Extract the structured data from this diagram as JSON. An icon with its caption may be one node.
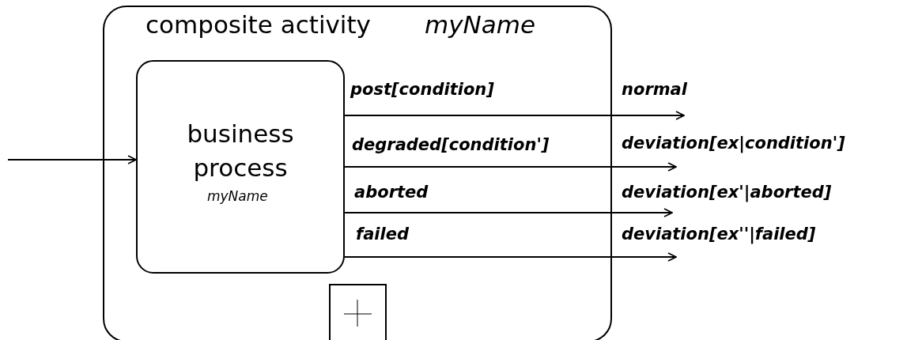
{
  "diagram": {
    "nodes": [
      {
        "text": [
          "composite activity",
          "myName"
        ]
      },
      {
        "text": [
          "business process",
          "myName"
        ],
        "in": 0
      },
      {
        "text": [
          "normal"
        ]
      },
      {
        "text": [
          "deviation[ex|condition']"
        ]
      },
      {
        "text": [
          "deviation[ex'|aborted]"
        ]
      },
      {
        "text": [
          "deviation[ex''|failed]"
        ]
      }
    ],
    "edges": [
      {
        "from": null,
        "to": 1,
        "arrow": "to"
      },
      {
        "from": 1,
        "to": 2,
        "arrow": "to",
        "label": "post[condition]"
      },
      {
        "from": 1,
        "to": 3,
        "arrow": "to",
        "label": "degraded[condition']"
      },
      {
        "from": 1,
        "to": 4,
        "arrow": "to",
        "label": "aborted"
      },
      {
        "from": 1,
        "to": 5,
        "arrow": "to",
        "label": "failed"
      }
    ]
  }
}
